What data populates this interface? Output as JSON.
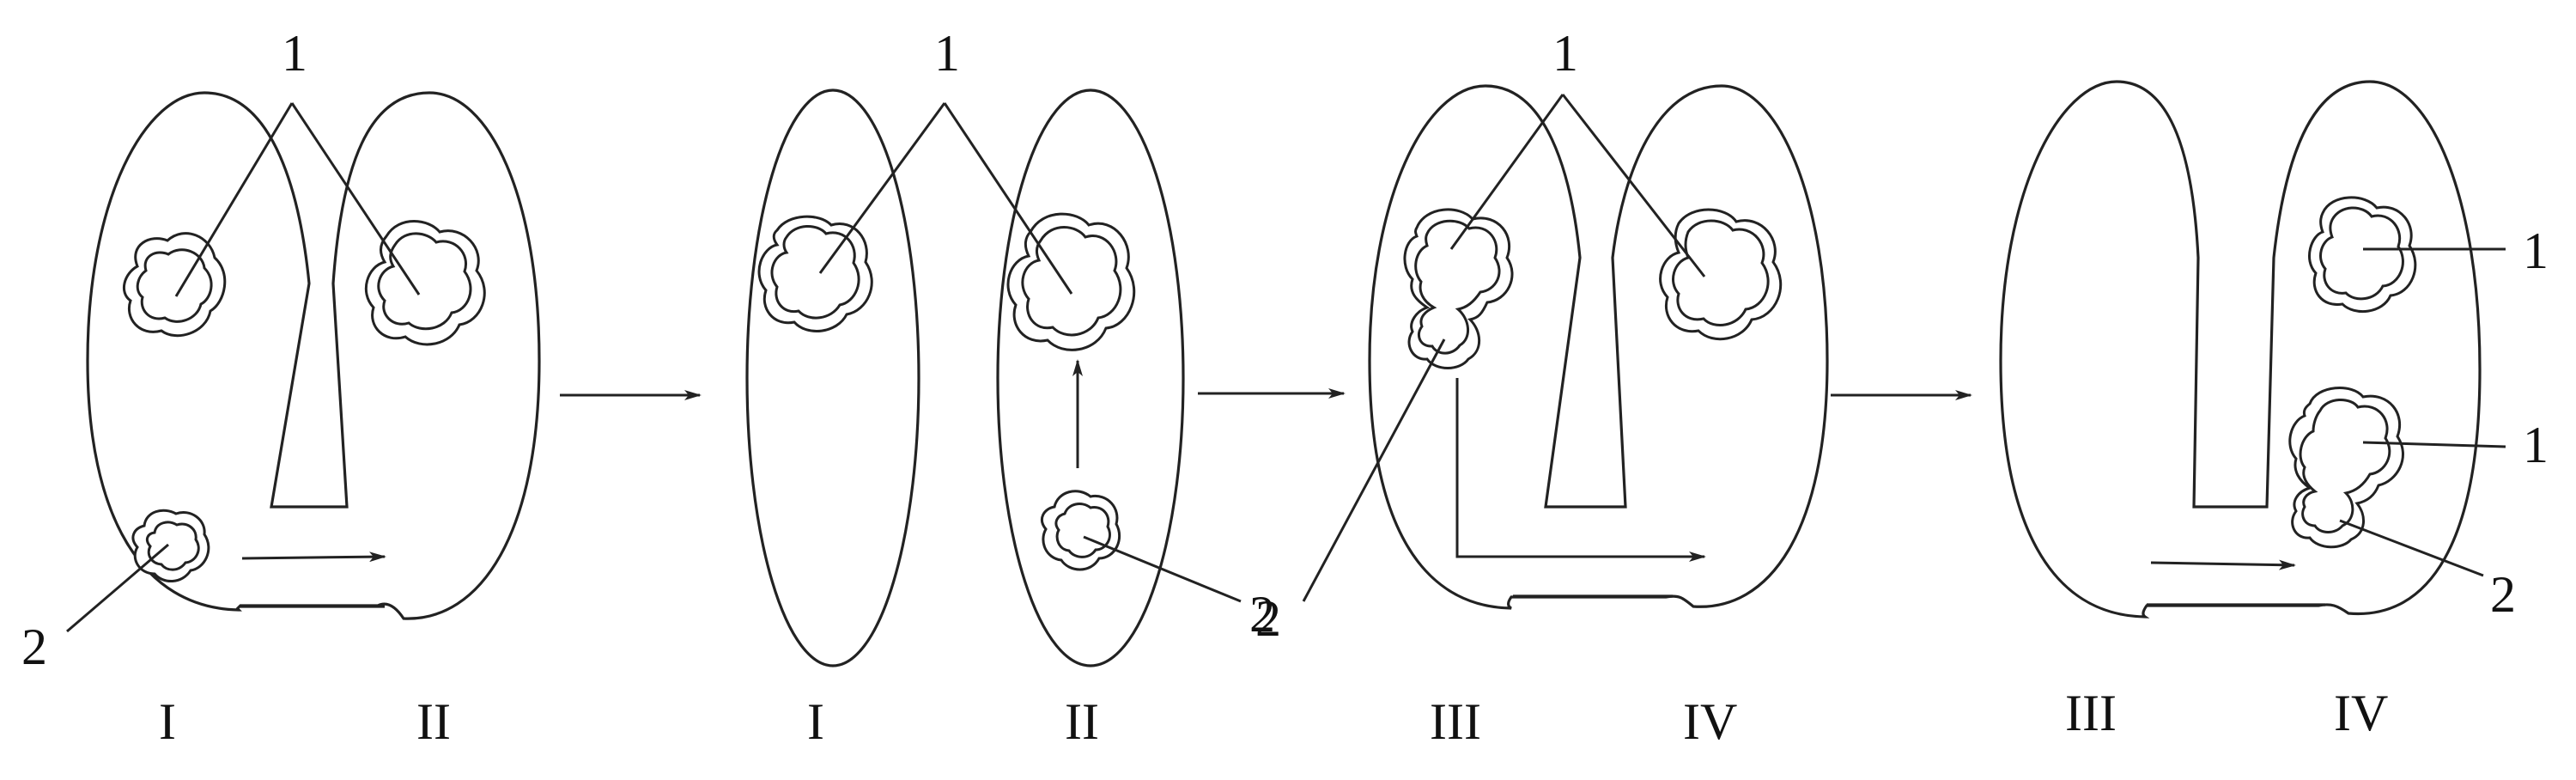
{
  "panels": [
    {
      "cell_labels": [
        "I",
        "II"
      ],
      "number_labels": [
        "1",
        "2"
      ]
    },
    {
      "cell_labels": [
        "I",
        "II"
      ],
      "number_labels": [
        "1",
        "2"
      ]
    },
    {
      "cell_labels": [
        "III",
        "IV"
      ],
      "number_labels": [
        "1",
        "2"
      ]
    },
    {
      "cell_labels": [
        "III",
        "IV"
      ],
      "number_labels": [
        "1",
        "1",
        "2"
      ]
    }
  ]
}
